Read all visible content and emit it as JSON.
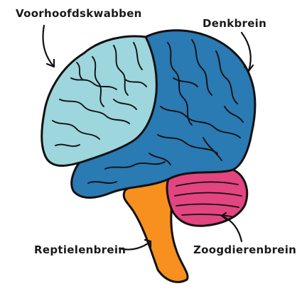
{
  "labels": {
    "voorhoofdskwabben": "Voorhoofdskwabben",
    "denkbrein": "Denkbrein",
    "reptielenbrein": "Reptielenbrein",
    "zoogdierenbrein": "Zoogdierenbrein"
  },
  "colors": {
    "frontal_lobe": "#9dd6dc",
    "cortex": "#2a7ab3",
    "limbic": "#e2457f",
    "brainstem": "#f7901e",
    "outline": "#111111"
  }
}
